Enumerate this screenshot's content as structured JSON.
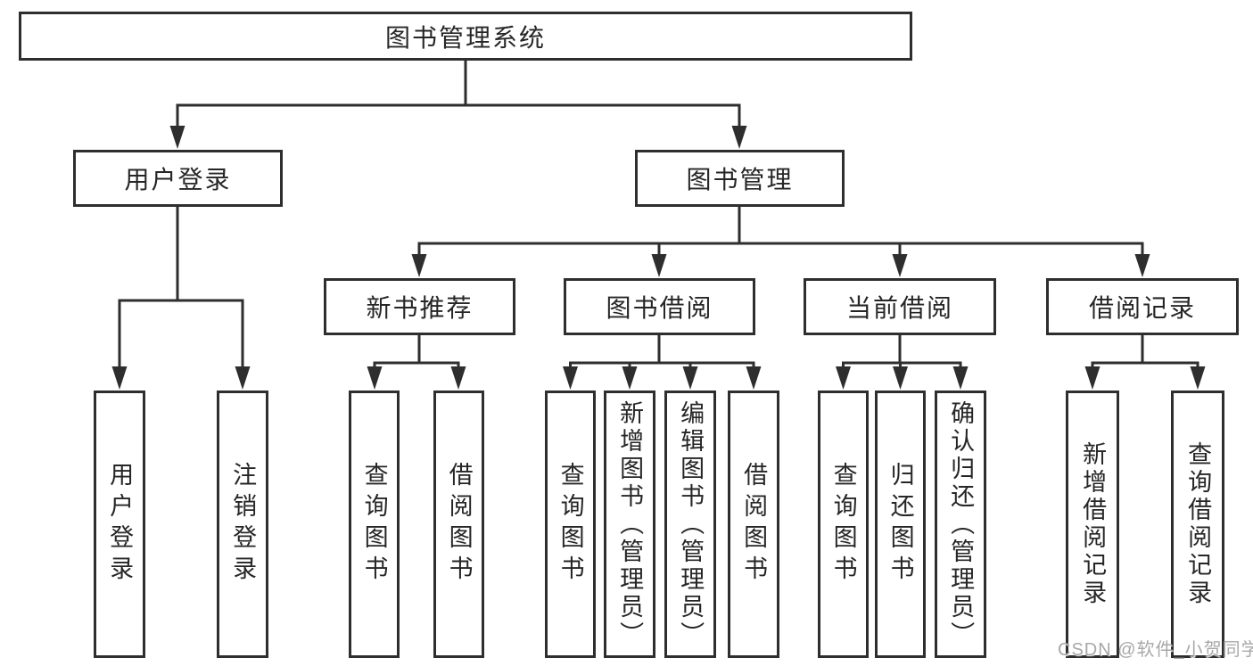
{
  "diagram": {
    "root": "图书管理系统",
    "level2": {
      "user_login": "用户登录",
      "book_mgmt": "图书管理"
    },
    "level3": {
      "new_book_rec": "新书推荐",
      "book_borrow": "图书借阅",
      "current_borrow": "当前借阅",
      "borrow_records": "借阅记录"
    },
    "leaves": {
      "user_login": [
        "用户登录",
        "注销登录"
      ],
      "new_book_rec": [
        "查询图书",
        "借阅图书"
      ],
      "book_borrow": [
        "查询图书",
        "新增图书（管理员）",
        "编辑图书（管理员）",
        "借阅图书"
      ],
      "current_borrow": [
        "查询图书",
        "归还图书",
        "确认归还（管理员）"
      ],
      "borrow_records": [
        "新增借阅记录",
        "查询借阅记录"
      ]
    }
  },
  "watermark": "CSDN @软件_小贺同学",
  "colors": {
    "line": "#2e2e2e",
    "text": "#262626",
    "background": "#ffffff",
    "watermark": "#a8a8a8"
  }
}
